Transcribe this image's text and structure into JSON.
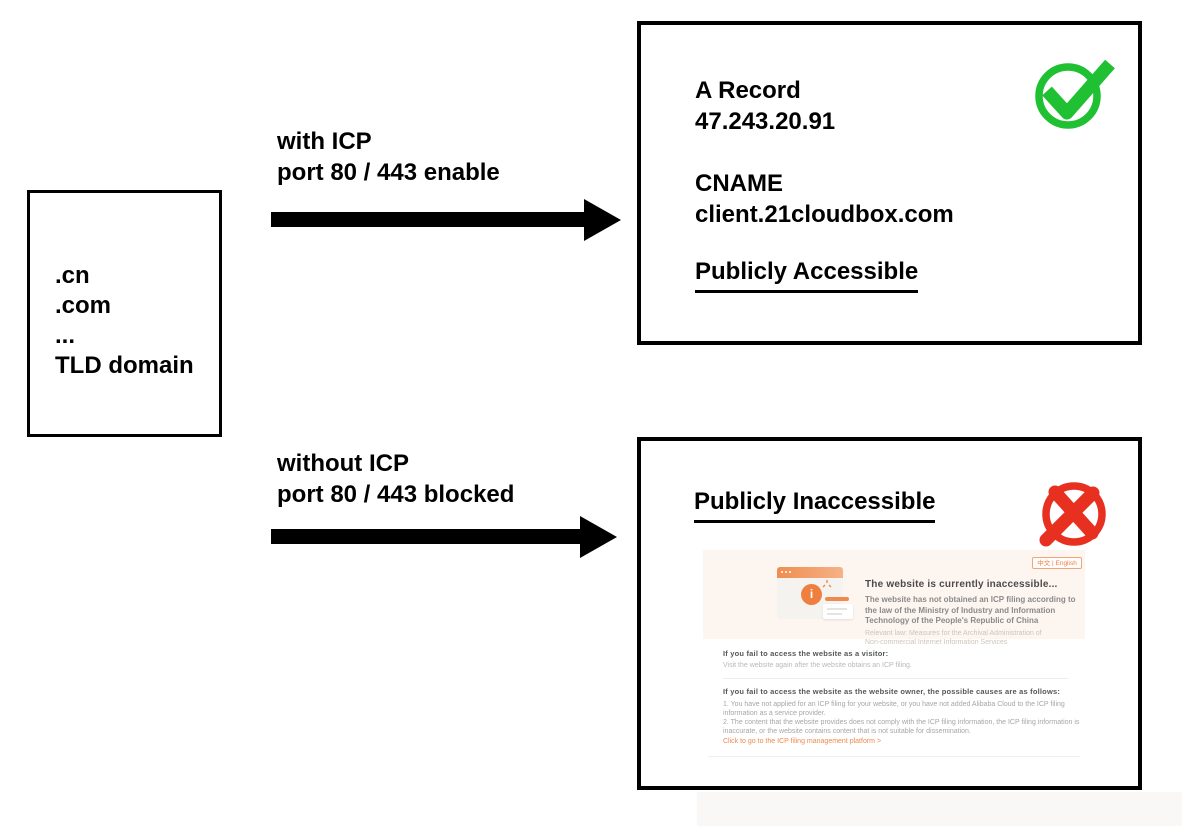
{
  "diagram": {
    "source_box": {
      "lines": [
        ".cn",
        ".com",
        "...",
        "TLD domain"
      ]
    },
    "flows": [
      {
        "label_line1": "with ICP",
        "label_line2": "port 80 / 443 enable"
      },
      {
        "label_line1": "without ICP",
        "label_line2": "port 80 / 443 blocked"
      }
    ],
    "accessible_box": {
      "a_record_label": "A Record",
      "a_record_value": "47.243.20.91",
      "cname_label": "CNAME",
      "cname_value": "client.21cloudbox.com",
      "status": "Publicly Accessible",
      "check_color": "#1fc032"
    },
    "blocked_box": {
      "status": "Publicly Inaccessible",
      "x_color": "#e83020"
    }
  },
  "blocked_page": {
    "lang_switch": "中文 | English",
    "info_icon_label": "i",
    "title": "The website is currently inaccessible...",
    "subtitle": "The website has not obtained an ICP filing according to the law of the Ministry of Industry and Information Technology of the People's Republic of China",
    "law_note": "Relevant law: Measures for the Archival Administration of Non-commercial Internet Information Services",
    "visitor_heading": "If you fail to access the website as a visitor:",
    "visitor_body": "Visit the website again after the website obtains an ICP filing.",
    "owner_heading": "If you fail to access the website as the website owner, the possible causes are as follows:",
    "owner_causes": [
      "1. You have not applied for an ICP filing for your website, or you have not added Alibaba Cloud to the ICP filing information as a service provider.",
      "2. The content that the website provides does not comply with the ICP filing information, the ICP filing information is inaccurate, or the website contains content that is not suitable for dissemination."
    ],
    "link": "Click to go to the ICP filing management platform >",
    "accent_color": "#ef8a4e"
  }
}
